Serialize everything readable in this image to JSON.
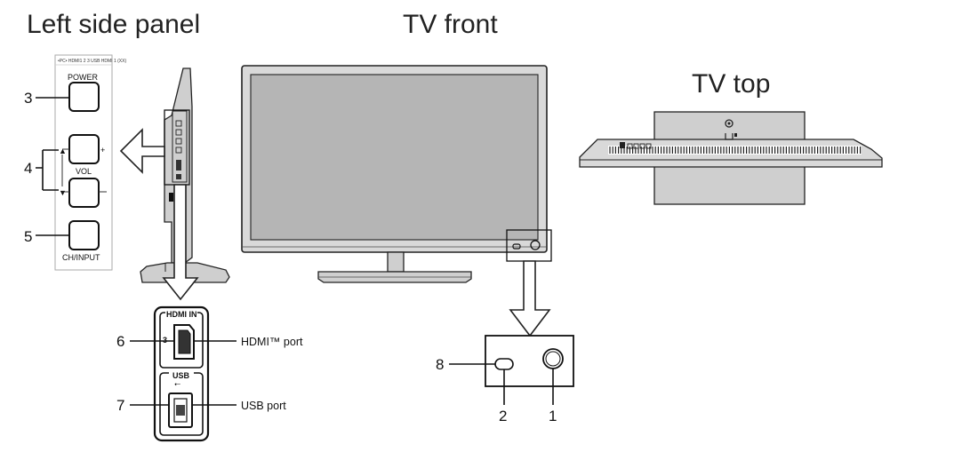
{
  "titles": {
    "left_panel": "Left side panel",
    "front": "TV front",
    "top": "TV top"
  },
  "panel": {
    "model_strip": "•PC• HDMI1 2 3 USB  HDMI 1 (XX)",
    "power": "POWER",
    "plus": "+",
    "vol": "VOL",
    "up_arrow": "▲",
    "down_arrow": "▼",
    "ch_input": "CH/INPUT"
  },
  "ports": {
    "hdmi_header": "HDMI IN",
    "hdmi_number": "3",
    "usb_header": "USB",
    "usb_symbol": "⭠",
    "hdmi_label": "HDMI™ port",
    "usb_label": "USB port"
  },
  "callouts": {
    "c1": "1",
    "c2": "2",
    "c3": "3",
    "c4": "4",
    "c5": "5",
    "c6": "6",
    "c7": "7",
    "c8": "8"
  }
}
